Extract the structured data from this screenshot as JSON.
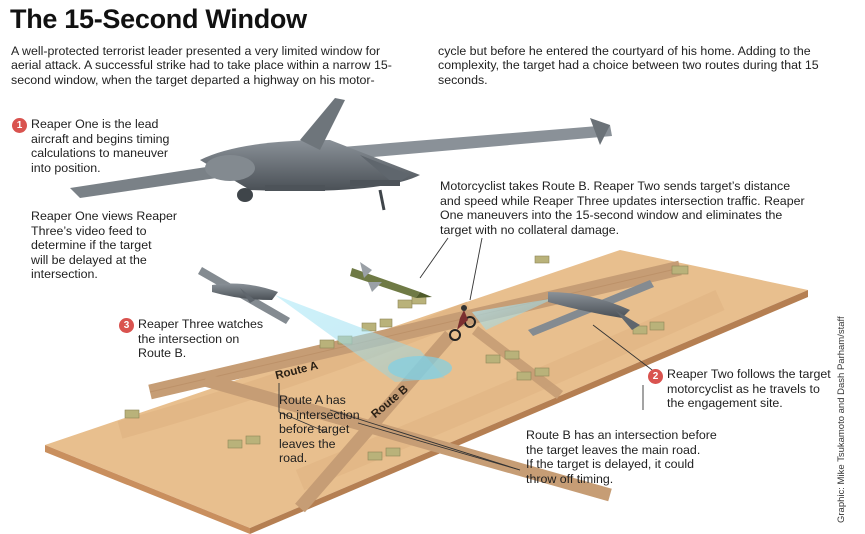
{
  "title": "The 15-Second Window",
  "intro": {
    "left": "A well-protected terrorist leader presented a very limited window for aerial attack. A successful strike had to take place within a narrow 15-second window, when the target departed a highway on his motor-",
    "right": "cycle but before he entered the courtyard of his home. Adding to the complexity, the target had a choice between two routes during that 15 seconds."
  },
  "callouts": {
    "c1": {
      "number": "1",
      "text": "Reaper One is the lead\naircraft and begins timing\ncalculations to maneuver\ninto position."
    },
    "c1b": {
      "text": "Reaper One views Reaper\nThree’s video feed to\ndetermine if the target\nwill be delayed at the\nintersection."
    },
    "c_moto": {
      "text": "Motorcyclist takes Route B. Reaper Two sends target’s distance\nand speed while Reaper Three updates intersection traffic. Reaper\nOne maneuvers into the 15-second window and eliminates the\ntarget with no collateral damage."
    },
    "c3": {
      "number": "3",
      "text": "Reaper Three watches\nthe intersection on\nRoute B."
    },
    "c2": {
      "number": "2",
      "text": "Reaper Two follows the target\nmotorcyclist as he travels to\nthe engagement site."
    },
    "routeA_note": {
      "text": "Route A has\nno intersection\nbefore target\nleaves the\nroad."
    },
    "routeB_note": {
      "text": "Route B has an intersection before\nthe target leaves the main road.\nIf the target is delayed, it could\nthrow off timing."
    }
  },
  "roads": {
    "route_a": "Route A",
    "route_b": "Route B"
  },
  "credit": "Graphic: Mike Tsukamoto and Dash Parham/staff",
  "colors": {
    "terrain_top": "#e8bf8e",
    "terrain_side": "#c98f5e",
    "road": "#c69d75",
    "drone_body": "#5f666d",
    "accent_red": "#d9534f",
    "sensor_beam": "#8fd6e8"
  },
  "icons": [
    "reaper-drone-icon",
    "missile-icon",
    "motorcycle-icon",
    "building-icon"
  ]
}
